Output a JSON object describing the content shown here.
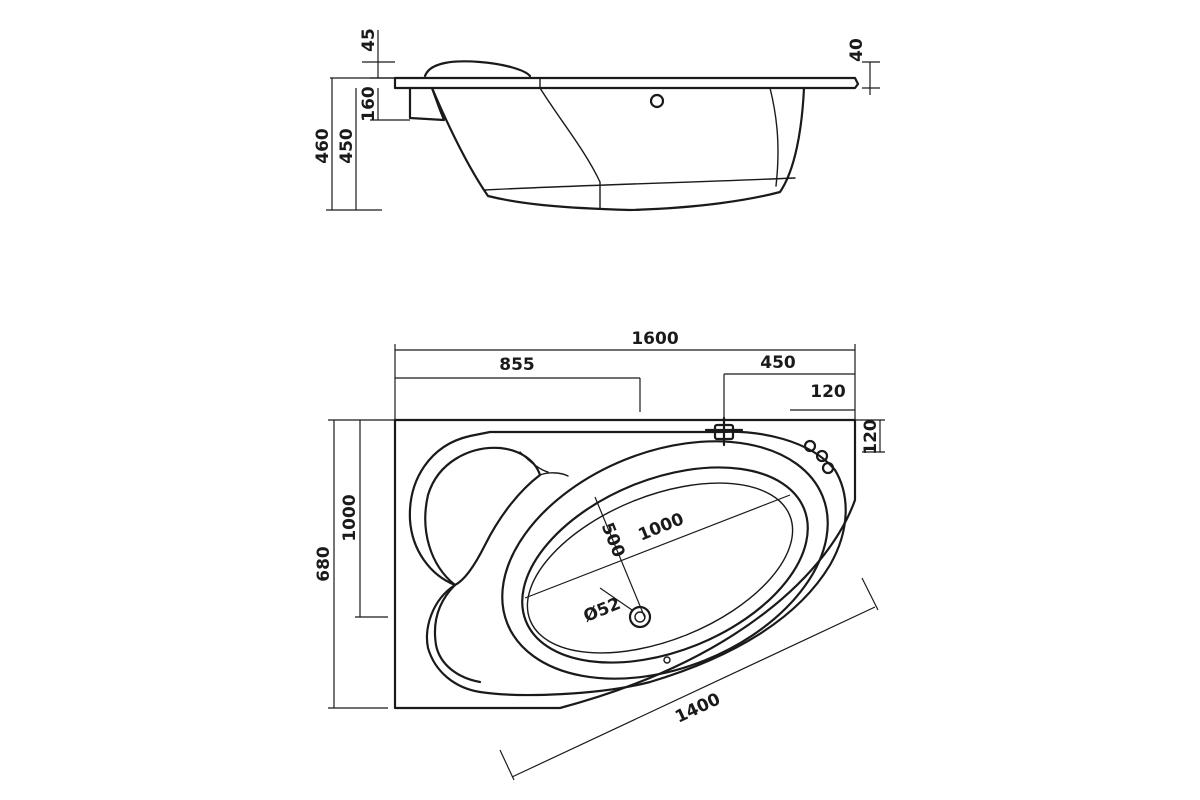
{
  "side_view": {
    "dim_rim_offset": "45",
    "dim_rim_right": "40",
    "dim_headrest": "160",
    "dim_total_height": "460",
    "dim_tub_depth": "450"
  },
  "top_view": {
    "dim_total_length": "1600",
    "dim_left_section": "855",
    "dim_right_section": "450",
    "dim_corner_width": "120",
    "dim_corner_height": "120",
    "dim_total_width": "1000",
    "dim_short_side": "680",
    "dim_diagonal": "1400",
    "dim_basin_length": "1000",
    "dim_basin_width": "500",
    "dim_drain": "Ø52"
  }
}
